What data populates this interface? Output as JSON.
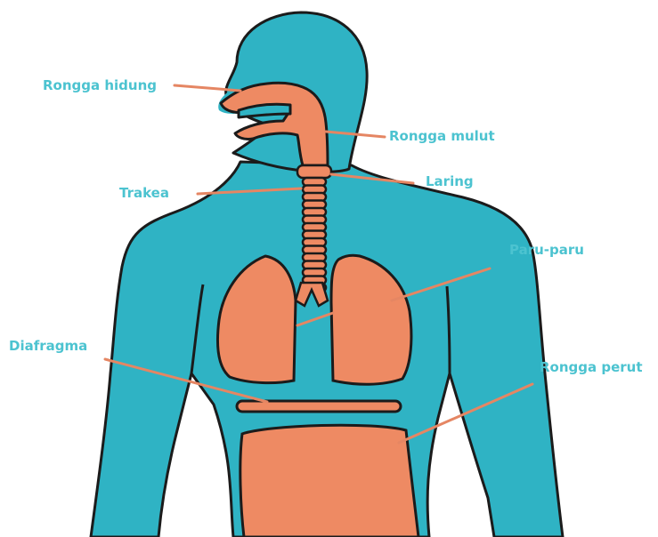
{
  "colors": {
    "body": "#2fb3c4",
    "organ": "#ee8a63",
    "outline": "#1b1b1b",
    "label": "#4cc3d0",
    "pointer": "#e58663"
  },
  "labels": {
    "nasal_cavity": "Rongga hidung",
    "oral_cavity": "Rongga mulut",
    "trachea": "Trakea",
    "larynx": "Laring",
    "lungs": "Paru-paru",
    "diaphragm": "Diafragma",
    "abdominal_cavity": "Rongga perut"
  }
}
